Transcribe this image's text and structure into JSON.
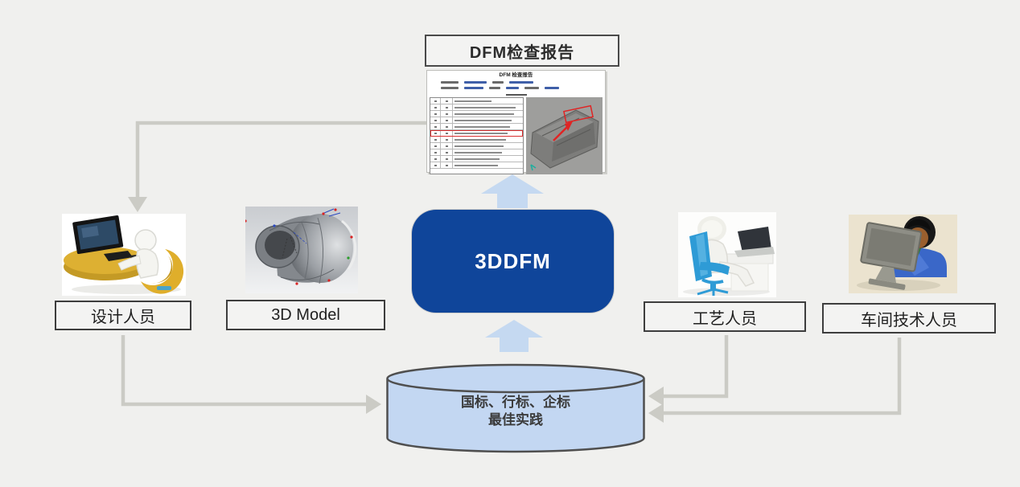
{
  "colors": {
    "bg": "#f0f0ee",
    "accent-blue": "#0f459a",
    "light-blue": "#c5d9f1",
    "cylinder-fill": "#c3d7f2",
    "arrow-gray": "#cbcbc5",
    "box-border": "#3d3d3d"
  },
  "report": {
    "label": "DFM检查报告",
    "title": "DFM 检查报告",
    "rows": 11,
    "highlight_row": 6
  },
  "center": {
    "label": "3DDFM"
  },
  "database": {
    "line1": "国标、行标、企标",
    "line2": "最佳实践"
  },
  "actors": {
    "designer": {
      "label": "设计人员",
      "image": "designer-at-desk-illustration"
    },
    "model": {
      "label": "3D Model",
      "image": "cad-3d-model-illustration"
    },
    "process": {
      "label": "工艺人员",
      "image": "engineer-at-laptop-illustration"
    },
    "workshop": {
      "label": "车间技术人员",
      "image": "technician-with-monitor-icon"
    }
  }
}
